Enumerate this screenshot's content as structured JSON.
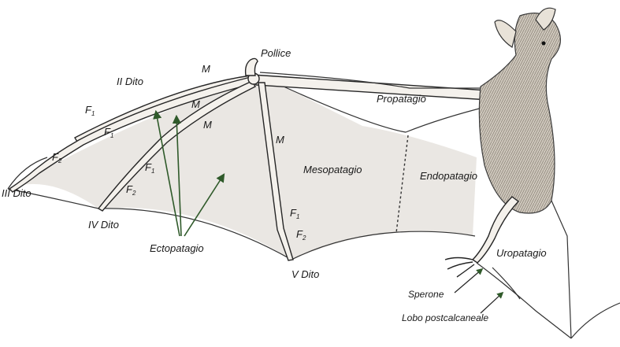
{
  "labels": {
    "pollice": "Pollice",
    "m_top": "M",
    "ii_dito": "II Dito",
    "f1_a": "F",
    "f1_b": "F",
    "m_mid": "M",
    "m_mid2": "M",
    "f2_a": "F",
    "iii_dito": "III Dito",
    "f1_c": "F",
    "f2_b": "F",
    "iv_dito": "IV Dito",
    "ectopatagio": "Ectopatagio",
    "m_v": "M",
    "mesopatagio": "Mesopatagio",
    "propatagio": "Propatagio",
    "endopatagio": "Endopatagio",
    "f1_d": "F",
    "f2_c": "F",
    "v_dito": "V Dito",
    "uropatagio": "Uropatagio",
    "sperone": "Sperone",
    "lobo": "Lobo postcalcaneale"
  },
  "subscripts": {
    "one": "1",
    "two": "2"
  },
  "colors": {
    "arrow": "#2f5a2a",
    "ink": "#1a1a1a",
    "membrane": "#ffffff"
  }
}
